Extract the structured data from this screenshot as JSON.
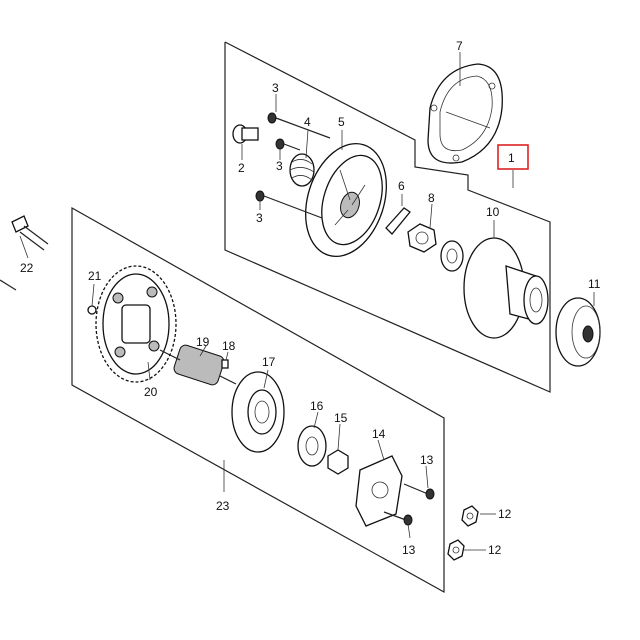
{
  "diagram": {
    "highlight_color": "#dd2222",
    "callouts": [
      {
        "id": "c1",
        "text": "1",
        "highlighted": true
      },
      {
        "id": "c2",
        "text": "2"
      },
      {
        "id": "c3a",
        "text": "3"
      },
      {
        "id": "c3b",
        "text": "3"
      },
      {
        "id": "c3c",
        "text": "3"
      },
      {
        "id": "c4",
        "text": "4"
      },
      {
        "id": "c5",
        "text": "5"
      },
      {
        "id": "c6",
        "text": "6"
      },
      {
        "id": "c7",
        "text": "7"
      },
      {
        "id": "c8",
        "text": "8"
      },
      {
        "id": "c10",
        "text": "10"
      },
      {
        "id": "c11",
        "text": "11"
      },
      {
        "id": "c12a",
        "text": "12"
      },
      {
        "id": "c12b",
        "text": "12"
      },
      {
        "id": "c13a",
        "text": "13"
      },
      {
        "id": "c13b",
        "text": "13"
      },
      {
        "id": "c14",
        "text": "14"
      },
      {
        "id": "c15",
        "text": "15"
      },
      {
        "id": "c16",
        "text": "16"
      },
      {
        "id": "c17",
        "text": "17"
      },
      {
        "id": "c18",
        "text": "18"
      },
      {
        "id": "c19",
        "text": "19"
      },
      {
        "id": "c20",
        "text": "20"
      },
      {
        "id": "c21",
        "text": "21"
      },
      {
        "id": "c22",
        "text": "22"
      },
      {
        "id": "c23",
        "text": "23"
      }
    ]
  }
}
